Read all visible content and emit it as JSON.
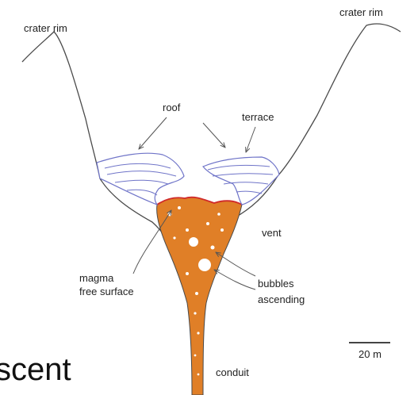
{
  "labels": {
    "crater_rim_left": "crater rim",
    "crater_rim_right": "crater rim",
    "roof": "roof",
    "terrace": "terrace",
    "vent": "vent",
    "magma_line1": "magma",
    "magma_line2": "free surface",
    "bubbles_line1": "bubbles",
    "bubbles_line2": "ascending",
    "scale": "20 m",
    "conduit": "conduit"
  },
  "clipped_text": "scent",
  "colors": {
    "outline": "#4a4a4a",
    "terrace_lines": "#6f74c8",
    "magma_fill": "#e07f27",
    "magma_surface": "#d02a2a",
    "bubbles": "#ffffff",
    "arrows": "#555555"
  }
}
